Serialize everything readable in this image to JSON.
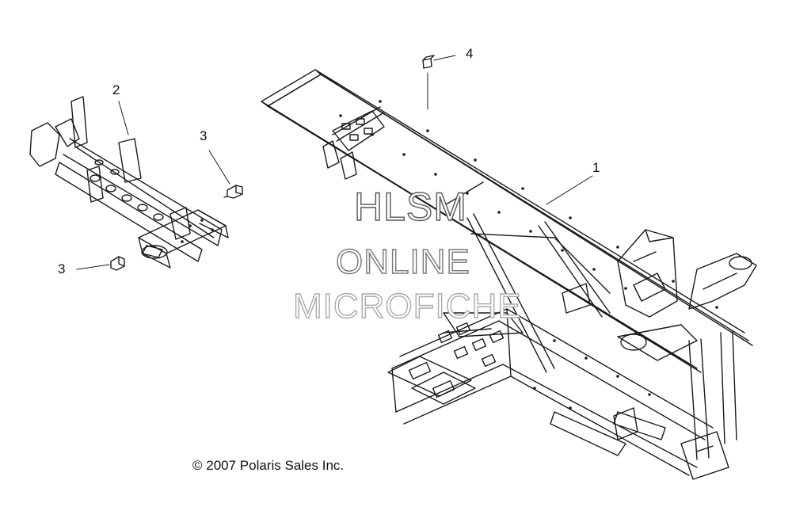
{
  "callouts": {
    "frame": "1",
    "front_crossmember": "2",
    "bolt": "3",
    "plug": "4"
  },
  "watermark": {
    "line1": "HLSM",
    "line2": "ONLINE",
    "line3": "MICROFICHE"
  },
  "copyright": "© 2007 Polaris Sales Inc.",
  "colors": {
    "line": "#1a1a1a",
    "background": "#ffffff"
  }
}
